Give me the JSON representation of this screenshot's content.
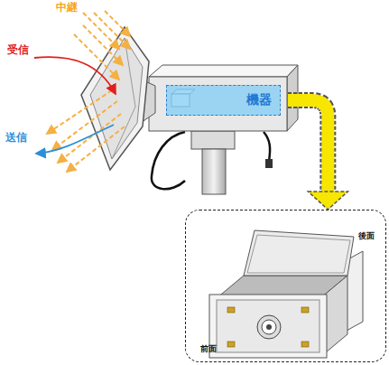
{
  "diagram": {
    "nodes": [
      {
        "text": [
          "機器"
        ]
      },
      {
        "text": [
          "後面",
          "前面"
        ]
      }
    ],
    "edges": [
      {
        "from": 0,
        "to": 1,
        "arrow": "to"
      }
    ],
    "labels": [
      "中継",
      "受信",
      "送信"
    ]
  }
}
